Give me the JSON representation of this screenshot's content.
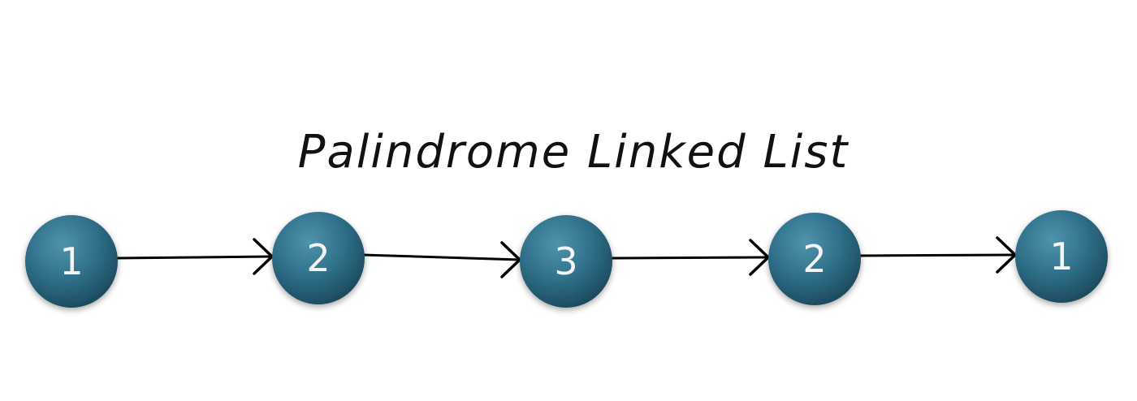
{
  "title": "Palindrome Linked List",
  "colors": {
    "node_light": "#4f93ad",
    "node_mid": "#2f6f89",
    "node_dark": "#1d4a5e",
    "arrow": "#000000",
    "label": "#f4f4f4"
  },
  "nodes": [
    {
      "label": "1"
    },
    {
      "label": "2"
    },
    {
      "label": "3"
    },
    {
      "label": "2"
    },
    {
      "label": "1"
    }
  ]
}
